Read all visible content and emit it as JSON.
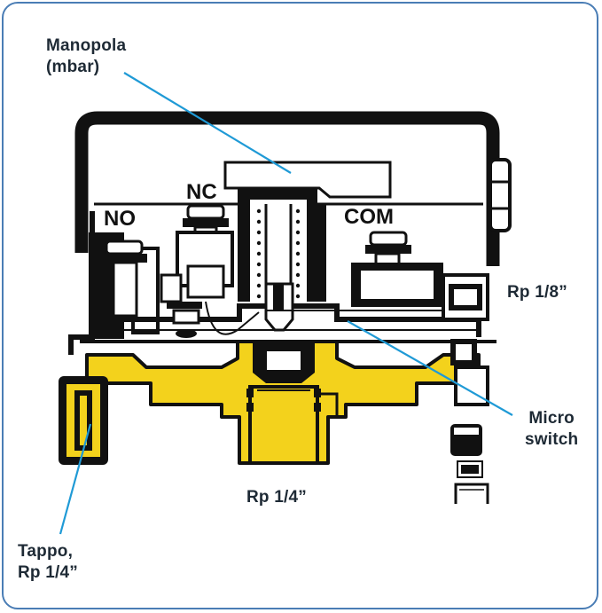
{
  "callouts": {
    "knob": "Manopola\n(mbar)",
    "outlet_right": "Rp 1/8”",
    "micro_switch": "Micro\nswitch",
    "inlet_bottom": "Rp 1/4”",
    "plug": "Tappo,\nRp 1/4”"
  },
  "terminals": {
    "no": "NO",
    "nc": "NC",
    "com": "COM"
  },
  "colors": {
    "frame": "#4a7db5",
    "leader_line": "#1f9ad6",
    "body_brass": "#f3d21c",
    "outline": "#111111",
    "label_text": "#1e2a35"
  }
}
